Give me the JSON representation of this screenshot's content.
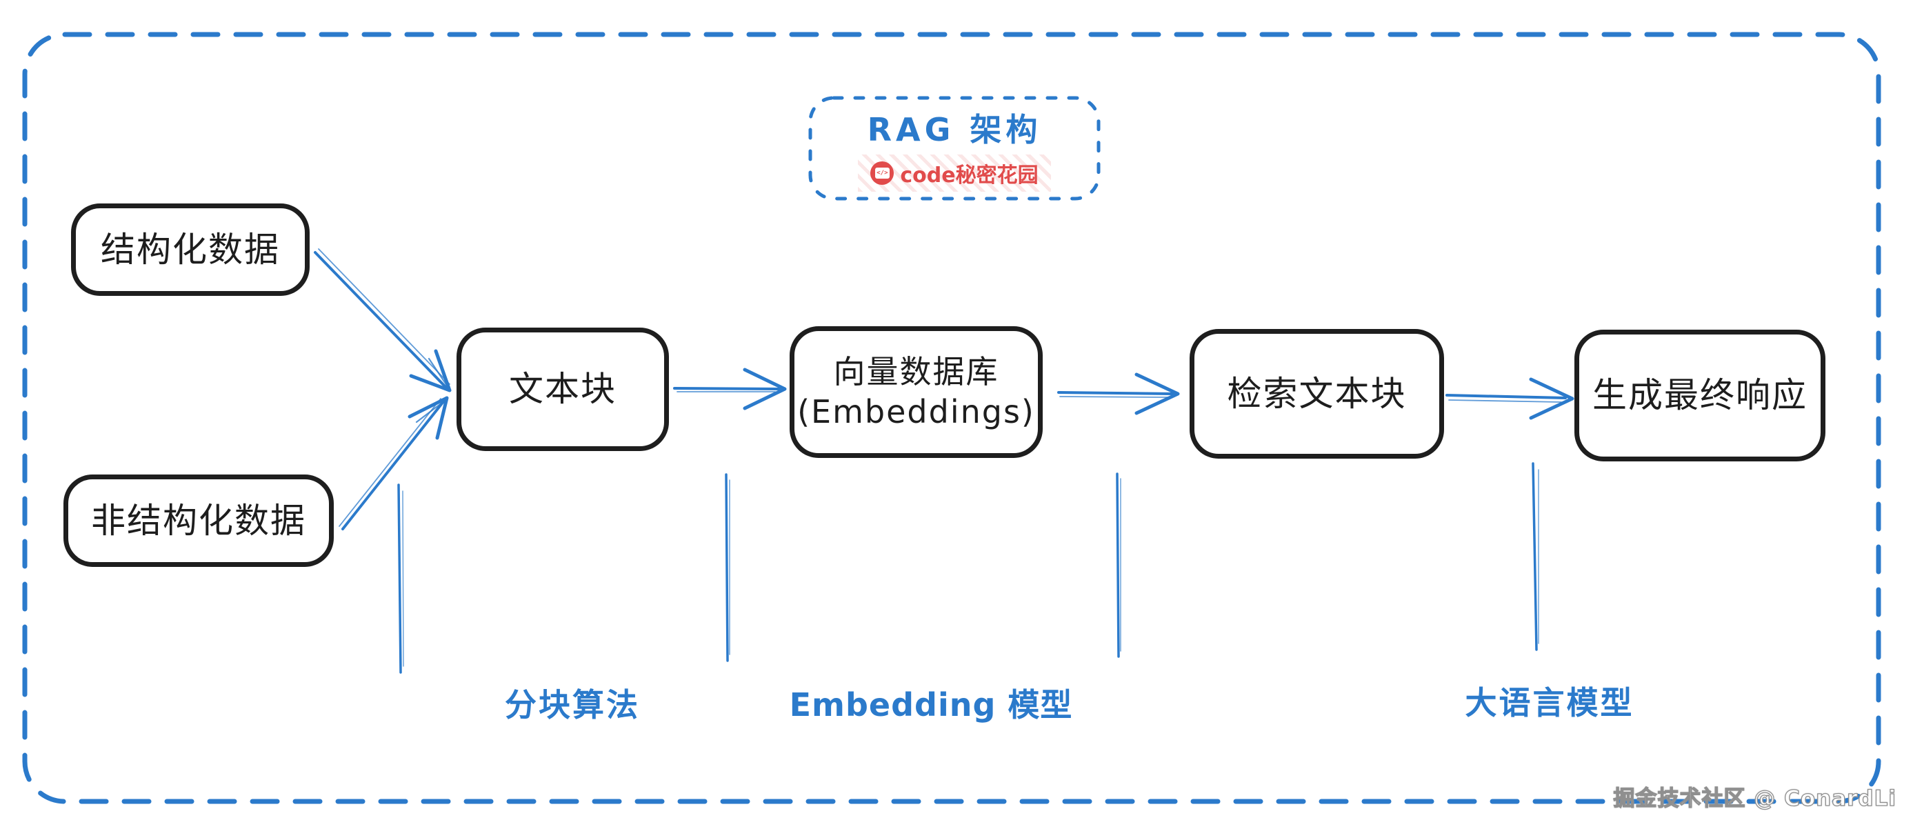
{
  "title": {
    "text": "RAG 架构"
  },
  "brand": {
    "icon": "code-window-icon",
    "icon_glyph": "</>",
    "text": "code秘密花园"
  },
  "nodes": {
    "structured": {
      "label": "结构化数据"
    },
    "unstructured": {
      "label": "非结构化数据"
    },
    "chunks": {
      "label": "文本块"
    },
    "vector_db": {
      "label": "向量数据库",
      "sublabel": "(Embeddings)"
    },
    "retrieved": {
      "label": "检索文本块"
    },
    "response": {
      "label": "生成最终响应"
    }
  },
  "edges": [
    {
      "from": "structured",
      "to": "chunks"
    },
    {
      "from": "unstructured",
      "to": "chunks"
    },
    {
      "from": "chunks",
      "to": "vector_db"
    },
    {
      "from": "vector_db",
      "to": "retrieved"
    },
    {
      "from": "retrieved",
      "to": "response"
    }
  ],
  "annotations": {
    "chunking": {
      "label": "分块算法"
    },
    "embedding": {
      "label": "Embedding 模型"
    },
    "llm": {
      "label": "大语言模型"
    }
  },
  "footer": {
    "credit": "掘金技术社区 @ ConardLi"
  },
  "colors": {
    "accent_blue": "#2b7acb",
    "ink_black": "#1e1e1e",
    "brand_red": "#e14b4b",
    "background": "#ffffff"
  }
}
